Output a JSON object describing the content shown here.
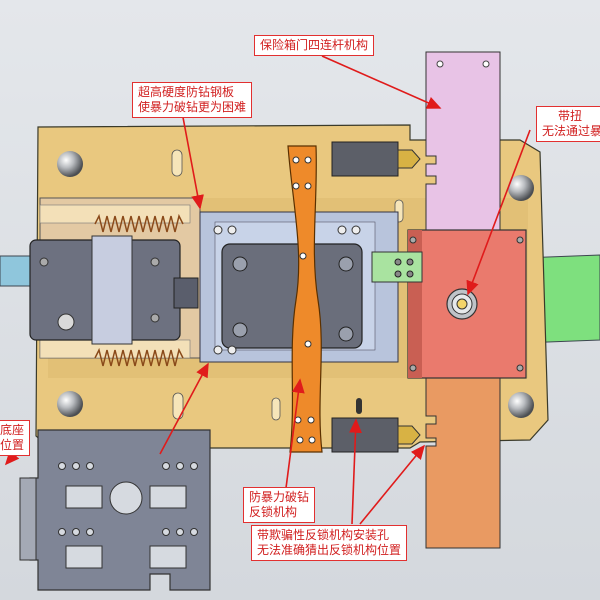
{
  "callouts": {
    "four_bar": {
      "line1": "保险箱门四连杆机构"
    },
    "steel_plate": {
      "line1": "超高硬度防钻钢板",
      "line2": "使暴力破钻更为困难"
    },
    "torsion": {
      "line1": "带扭",
      "line2": "无法通过暴"
    },
    "base": {
      "line1": "底座",
      "line2": "位置"
    },
    "anti_drill": {
      "line1": "防暴力破钻",
      "line2": "反锁机构"
    },
    "holes": {
      "line1": "带欺骗性反锁机构安装孔",
      "line2": "无法准确猜出反锁机构位置"
    }
  },
  "colors": {
    "base_plate": "#e9c87f",
    "pink_bar": "#e8c3e6",
    "red_block": "#ea7a6d",
    "orange_bar": "#e99a62",
    "orange_link": "#ee8a2a",
    "green_bar": "#7ee07e",
    "blue_bar": "#8fc6dc",
    "gray_plate": "#7f8596",
    "callout_border": "#e23030",
    "callout_text": "#d11f1f"
  }
}
